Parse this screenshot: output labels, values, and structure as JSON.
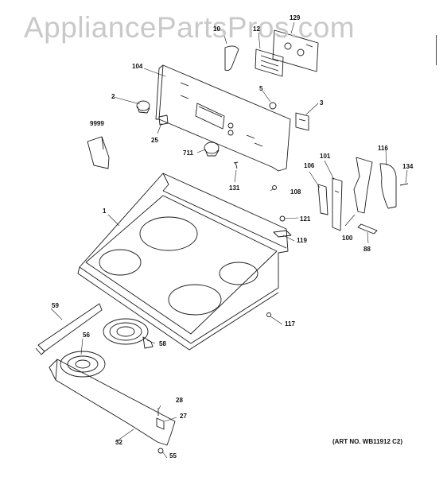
{
  "watermark": "AppliancePartsPros.com",
  "art_number": "(ART NO. WB11912 C2)",
  "callouts": {
    "c129": "129",
    "c12": "12",
    "c1": "1",
    "c104": "104",
    "c5": "5",
    "c3": "3",
    "c2": "2",
    "c25": "25",
    "c9999": "9999",
    "c711": "711",
    "c131": "131",
    "c108": "108",
    "c106": "106",
    "c101": "101",
    "c116": "116",
    "c134": "134",
    "c121": "121",
    "c119": "119",
    "c100": "100",
    "c88": "88",
    "c59": "59",
    "c56": "56",
    "c58": "58",
    "c117": "117",
    "c28": "28",
    "c27": "27",
    "c32": "32",
    "c55": "55",
    "c10": "10"
  },
  "colors": {
    "line": "#1a1a1a",
    "watermark": "#c9c9c9"
  }
}
